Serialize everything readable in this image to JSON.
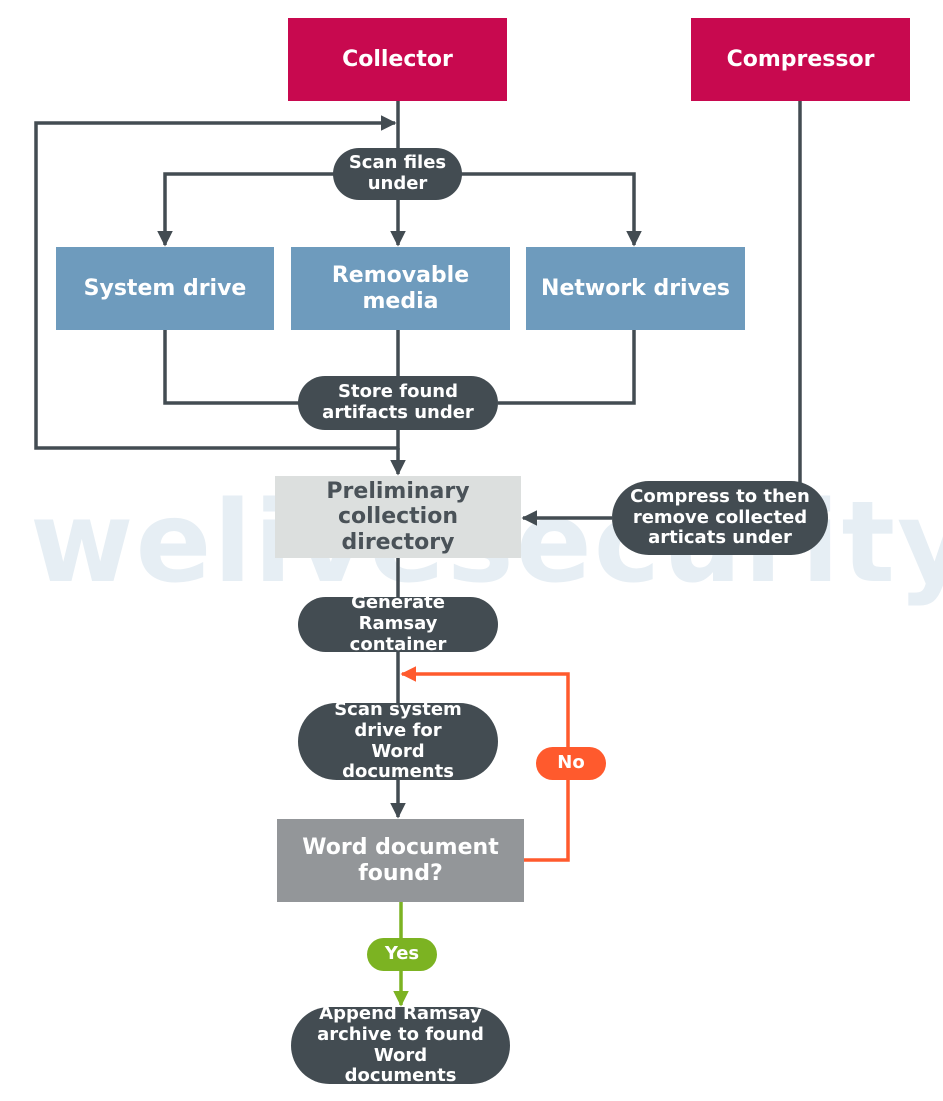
{
  "watermark": "welivesecurity",
  "nodes": {
    "collector": "Collector",
    "compressor": "Compressor",
    "scan_files_under": "Scan files under",
    "system_drive": "System drive",
    "removable_media": "Removable media",
    "network_drives": "Network drives",
    "store_found_artifacts": "Store found artifacts under",
    "preliminary_directory": "Preliminary collection directory",
    "compress_remove": "Compress to then remove collected articats under",
    "generate_container": "Generate Ramsay container",
    "scan_system_drive": "Scan system drive for Word documents",
    "word_found": "Word document found?",
    "append_archive": "Append Ramsay archive to found Word documents"
  },
  "edges": {
    "no_label": "No",
    "yes_label": "Yes"
  },
  "colors": {
    "red": "#c8094f",
    "blue": "#6e9bbd",
    "dark": "#434c52",
    "light": "#dcdfde",
    "gray": "#939699",
    "orange": "#ff5a2d",
    "green": "#7cb322",
    "watermark": "#e6eef4"
  }
}
